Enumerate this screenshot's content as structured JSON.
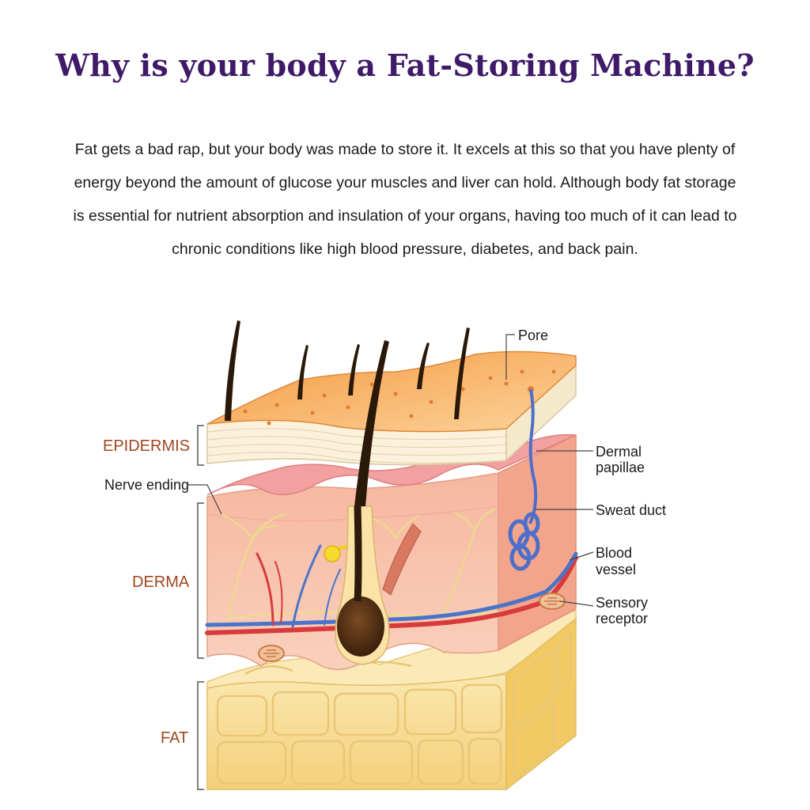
{
  "title": "Why is your body a Fat-Storing Machine?",
  "intro": "Fat gets a bad rap, but your body was made to store it. It excels at this so that you have plenty of energy beyond the amount of glucose your muscles and liver can hold. Although body fat storage is essential for nutrient absorption and insulation of your organs, having too much of it can lead to chronic conditions like high blood pressure, diabetes, and back pain.",
  "diagram": {
    "layers": {
      "epidermis": "EPIDERMIS",
      "derma": "DERMA",
      "fat": "FAT"
    },
    "labels": {
      "pore": "Pore",
      "dermal_papillae_1": "Dermal",
      "dermal_papillae_2": "papillae",
      "nerve_ending": "Nerve ending",
      "sweat_duct": "Sweat duct",
      "blood_vessel_1": "Blood",
      "blood_vessel_2": "vessel",
      "sensory_receptor_1": "Sensory",
      "sensory_receptor_2": "receptor"
    },
    "colors": {
      "title": "#3f1a68",
      "layer_label": "#a0461e",
      "epidermis_top": "#f6b26b",
      "derma": "#f7c1a8",
      "fat": "#f7dd8e"
    }
  }
}
